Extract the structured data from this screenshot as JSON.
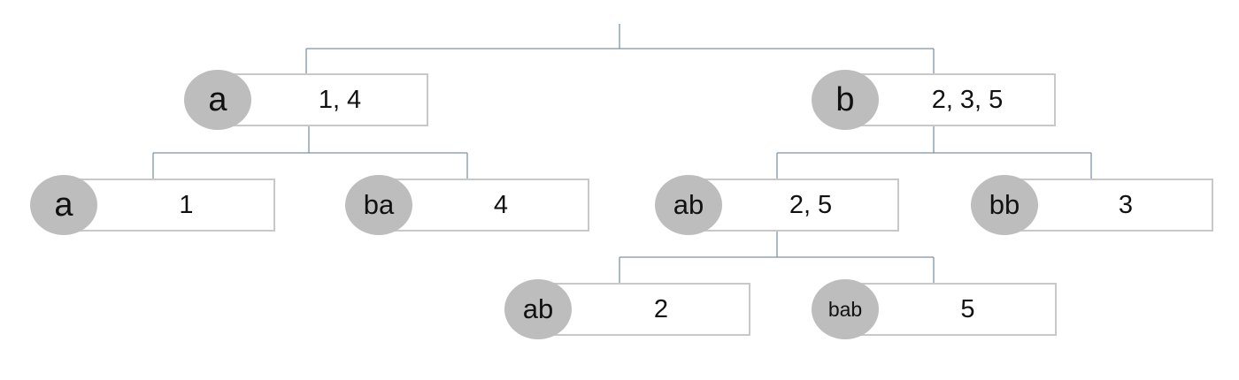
{
  "tree": {
    "nodes": [
      {
        "id": "n_a",
        "key": "a",
        "value": "1, 4"
      },
      {
        "id": "n_b",
        "key": "b",
        "value": "2, 3, 5"
      },
      {
        "id": "n_a_a",
        "key": "a",
        "value": "1"
      },
      {
        "id": "n_a_ba",
        "key": "ba",
        "value": "4"
      },
      {
        "id": "n_b_ab",
        "key": "ab",
        "value": "2, 5"
      },
      {
        "id": "n_b_bb",
        "key": "bb",
        "value": "3"
      },
      {
        "id": "n_ab_ab",
        "key": "ab",
        "value": "2"
      },
      {
        "id": "n_ab_bab",
        "key": "bab",
        "value": "5"
      }
    ],
    "edges": [
      {
        "from": "root",
        "to": [
          "n_a",
          "n_b"
        ]
      },
      {
        "from": "n_a",
        "to": [
          "n_a_a",
          "n_a_ba"
        ]
      },
      {
        "from": "n_b",
        "to": [
          "n_b_ab",
          "n_b_bb"
        ]
      },
      {
        "from": "n_b_ab",
        "to": [
          "n_ab_ab",
          "n_ab_bab"
        ]
      }
    ],
    "colors": {
      "edge": "#7f93a8",
      "circle": "#bdbdbd",
      "box_border": "#c8c8c8"
    }
  }
}
